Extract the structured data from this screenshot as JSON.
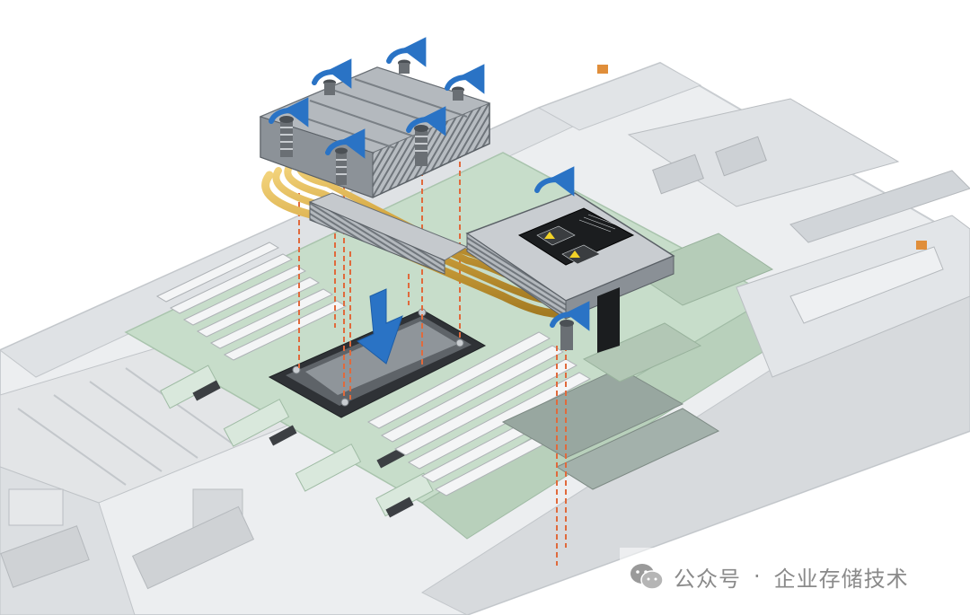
{
  "figure": {
    "subject": "heatsink-install-diagram",
    "icons": [
      "rotate-arrow-icon",
      "down-arrow-icon",
      "screw-icon",
      "caution-label"
    ],
    "colors": {
      "chassis": "#e6e8ea",
      "motherboard": "#c3ddc8",
      "heatsink_fin": "#9aa0a6",
      "heat_pipe": "#d4a640",
      "arrow": "#2a73c5",
      "guide_line": "#e06a3c"
    }
  },
  "watermark": {
    "account_label": "公众号",
    "separator": "·",
    "name": "企业存储技术"
  }
}
